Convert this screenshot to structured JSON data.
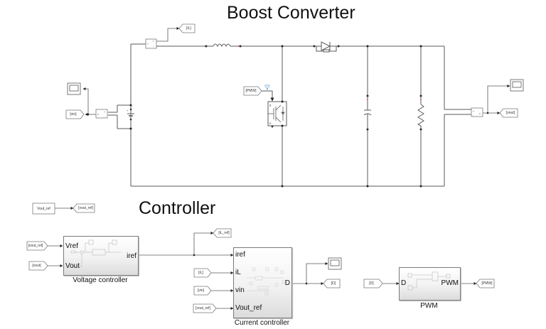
{
  "titles": {
    "boost": "Boost Converter",
    "controller": "Controller"
  },
  "goto_tags": {
    "iL": "[iL]",
    "vin": "[vin]",
    "vout": "[vout]",
    "pwm": "[PMW]",
    "vout_ref": "[vout_ref]",
    "iL_ref": "[iL_ref]",
    "D": "[D]"
  },
  "from_tags": {
    "pwm": "[PMW]",
    "vout_ref_1": "[vout_ref]",
    "vout": "[vout]",
    "iL": "[iL]",
    "vin": "[vin]",
    "vout_ref_2": "[vout_ref]",
    "D": "[D]"
  },
  "constant": {
    "label": "Vout_ref"
  },
  "subsystems": {
    "voltage_controller": {
      "caption": "Voltage controller",
      "inputs": [
        "Vref",
        "Vout"
      ],
      "outputs": [
        "iref"
      ]
    },
    "current_controller": {
      "caption": "Current controller",
      "inputs": [
        "iref",
        "iL",
        "vin",
        "Vout_ref"
      ],
      "outputs": [
        "D"
      ]
    },
    "pwm": {
      "caption": "PWM",
      "inputs": [
        "D"
      ],
      "outputs": [
        "PWM"
      ]
    }
  },
  "components": {
    "inductor": "inductor",
    "diode": "diode",
    "igbt": "igbt-switch",
    "capacitor": "capacitor",
    "resistor": "load-resistor",
    "dc_source": "dc-voltage-source",
    "current_sensor": "current-measurement",
    "voltage_sensor_in": "voltage-measurement",
    "voltage_sensor_out": "voltage-measurement"
  },
  "colors": {
    "wire": "#5a5a5a",
    "block_border": "#7a7a7a",
    "port_red": "#d04040",
    "wireless_blue": "#6aa7d8"
  }
}
